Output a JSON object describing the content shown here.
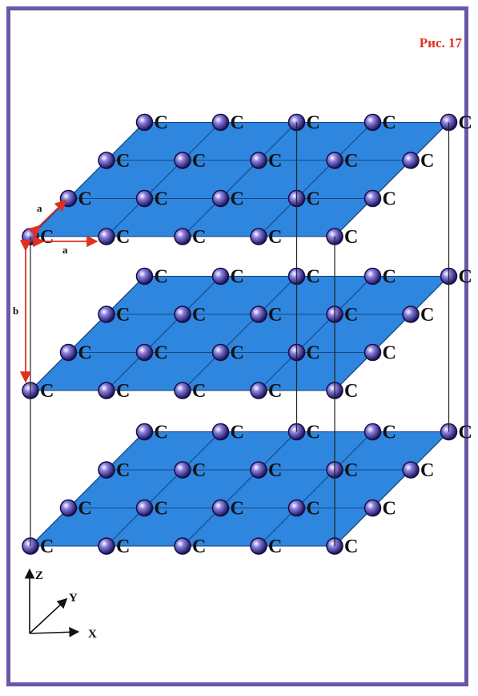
{
  "figure": {
    "label": "Рис. 17",
    "atom_symbol": "C",
    "dimension_labels": {
      "a": "a",
      "b": "b"
    },
    "axes": {
      "z": "Z",
      "y": "Y",
      "x": "X"
    },
    "layers": 3,
    "grid": {
      "rows": 4,
      "cols": 5
    }
  },
  "colors": {
    "frame": "#6c57a8",
    "plane": "#2e86de",
    "atom": "#3a2a8c",
    "arrow": "#e0301e",
    "label_red": "#e0301e"
  }
}
